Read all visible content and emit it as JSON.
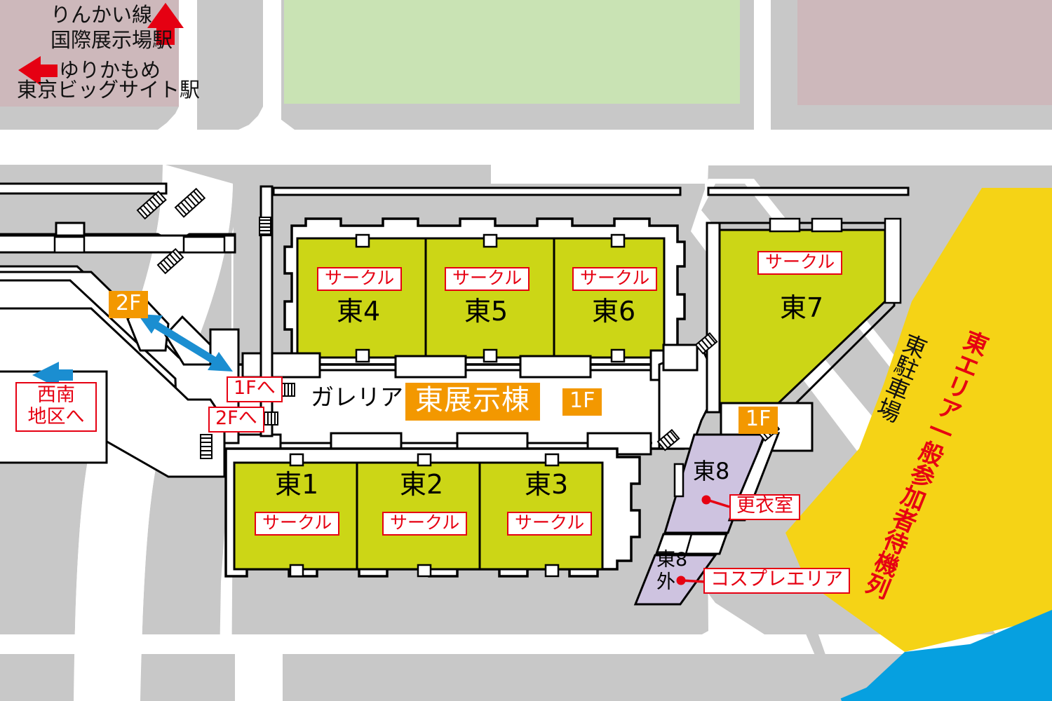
{
  "map": {
    "title_badge": "東展示棟",
    "floor_badge_main": "1F",
    "floor_badge_east7": "1F",
    "floor_badge_2f": "2F",
    "galleria_label": "ガレリア"
  },
  "transit": {
    "line1_name": "りんかい線",
    "line1_station": "国際展示場駅",
    "line1_arrow": "up-arrow-icon",
    "line2_name": "ゆりかもめ",
    "line2_station": "東京ビッグサイト駅",
    "line2_arrow": "left-arrow-icon"
  },
  "wayfinding": {
    "southwest": "西南\n地区へ",
    "southwest_line1": "西南",
    "southwest_line2": "地区へ",
    "to_1f": "1Fへ",
    "to_2f": "2Fへ",
    "escalator_arrow": "blue-double-arrow-icon",
    "southwest_arrow": "blue-left-arrow-icon"
  },
  "halls": [
    {
      "id": "east4",
      "name": "東4",
      "tag": "サークル"
    },
    {
      "id": "east5",
      "name": "東5",
      "tag": "サークル"
    },
    {
      "id": "east6",
      "name": "東6",
      "tag": "サークル"
    },
    {
      "id": "east1",
      "name": "東1",
      "tag": "サークル"
    },
    {
      "id": "east2",
      "name": "東2",
      "tag": "サークル"
    },
    {
      "id": "east3",
      "name": "東3",
      "tag": "サークル"
    },
    {
      "id": "east7",
      "name": "東7",
      "tag": "サークル"
    }
  ],
  "annex": {
    "east8_name": "東8",
    "east8_callout": "更衣室",
    "east8out_line1": "東8",
    "east8out_line2": "外",
    "east8out_callout": "コスプレエリア"
  },
  "areas": {
    "parking": "東駐車場",
    "queue": "東エリア一般参加者待機列"
  },
  "colors": {
    "hall_green": "#ccd616",
    "annex_purple": "#cec3e0",
    "parking_yellow": "#f5d316",
    "water_blue": "#06a0e0",
    "road_gray": "#c8c8c8",
    "building_white": "#ffffff",
    "accent_orange": "#f39800",
    "accent_red": "#e60012",
    "park_green": "#c9e3b4",
    "block_pink": "#cdb8bb"
  }
}
